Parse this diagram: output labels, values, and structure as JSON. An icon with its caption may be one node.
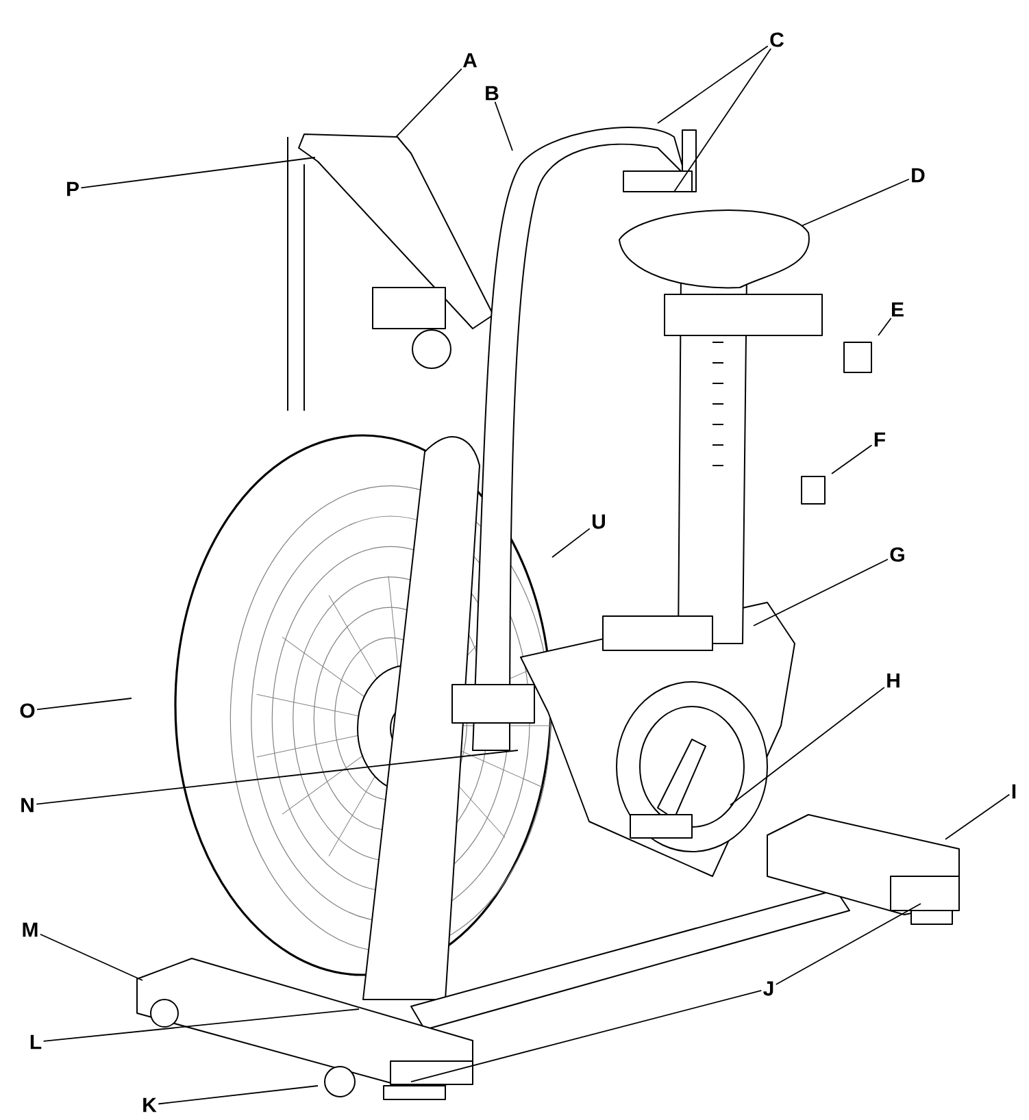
{
  "diagram": {
    "nodes": [
      {
        "text": [
          "A"
        ]
      },
      {
        "text": [
          "B"
        ]
      },
      {
        "text": [
          "C"
        ]
      },
      {
        "text": [
          "D"
        ]
      },
      {
        "text": [
          "P"
        ]
      },
      {
        "text": [
          "E"
        ]
      },
      {
        "text": [
          "F"
        ]
      },
      {
        "text": [
          "U"
        ]
      },
      {
        "text": [
          "G"
        ]
      },
      {
        "text": [
          "H"
        ]
      },
      {
        "text": [
          "O"
        ]
      },
      {
        "text": [
          "N"
        ]
      },
      {
        "text": [
          "I"
        ]
      },
      {
        "text": [
          "M"
        ]
      },
      {
        "text": [
          "J"
        ]
      },
      {
        "text": [
          "L"
        ]
      },
      {
        "text": [
          "K"
        ]
      }
    ],
    "edges": [
      {
        "from": 0,
        "to": null,
        "arrow": "none"
      },
      {
        "from": 1,
        "to": null,
        "arrow": "none"
      },
      {
        "from": 2,
        "to": null,
        "arrow": "none"
      },
      {
        "from": 2,
        "to": null,
        "arrow": "none"
      },
      {
        "from": 3,
        "to": null,
        "arrow": "none"
      },
      {
        "from": 4,
        "to": null,
        "arrow": "none"
      },
      {
        "from": 5,
        "to": null,
        "arrow": "none"
      },
      {
        "from": 6,
        "to": null,
        "arrow": "none"
      },
      {
        "from": 7,
        "to": null,
        "arrow": "none"
      },
      {
        "from": 8,
        "to": null,
        "arrow": "none"
      },
      {
        "from": 9,
        "to": null,
        "arrow": "none"
      },
      {
        "from": 10,
        "to": null,
        "arrow": "none"
      },
      {
        "from": 11,
        "to": null,
        "arrow": "none"
      },
      {
        "from": 12,
        "to": null,
        "arrow": "none"
      },
      {
        "from": 13,
        "to": null,
        "arrow": "none"
      },
      {
        "from": 14,
        "to": null,
        "arrow": "none"
      },
      {
        "from": 14,
        "to": null,
        "arrow": "none"
      },
      {
        "from": 15,
        "to": null,
        "arrow": "none"
      },
      {
        "from": 16,
        "to": null,
        "arrow": "none"
      }
    ]
  }
}
